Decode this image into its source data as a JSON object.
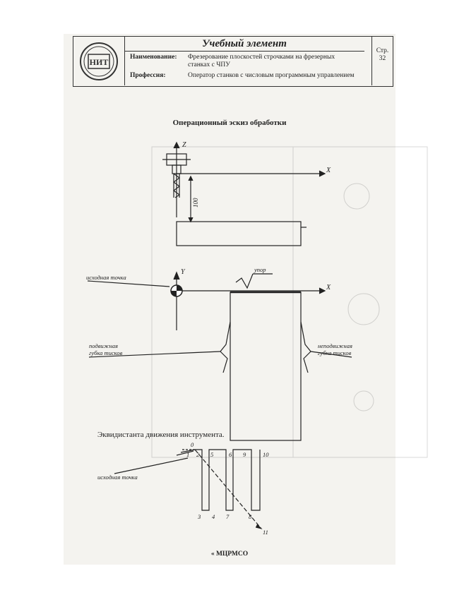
{
  "header": {
    "title": "Учебный элемент",
    "name_label": "Наименование:",
    "name_value_line1": "Фрезерование плоскостей строчками на фрезерных",
    "name_value_line2": "станках с ЧПУ",
    "profession_label": "Профессия:",
    "profession_value": "Оператор станков с числовым программным управлением",
    "page_label": "Стр.",
    "page_number": "32",
    "logo_text": "НИТ"
  },
  "sketch": {
    "caption": "Операционный эскиз обработки",
    "axis_z": "Z",
    "axis_x_top": "X",
    "axis_y": "Y",
    "axis_x": "X",
    "dimension": "100",
    "label_start": "исходная точка",
    "label_stop": "упор",
    "label_movable_jaw": "подвижная губка тисков",
    "label_movable_jaw_l1": "подвижная",
    "label_movable_jaw_l2": "губка тисков",
    "label_fixed_jaw_l1": "неподвижная",
    "label_fixed_jaw_l2": "губка тисков"
  },
  "path": {
    "caption": "Эквидистанта движения инструмента.",
    "label_start": "исходная точка",
    "points": [
      "0",
      "1",
      "2",
      "3",
      "4",
      "5",
      "6",
      "7",
      "8",
      "9",
      "10",
      "11"
    ]
  },
  "footer": {
    "text": "« МЦРМСО"
  }
}
